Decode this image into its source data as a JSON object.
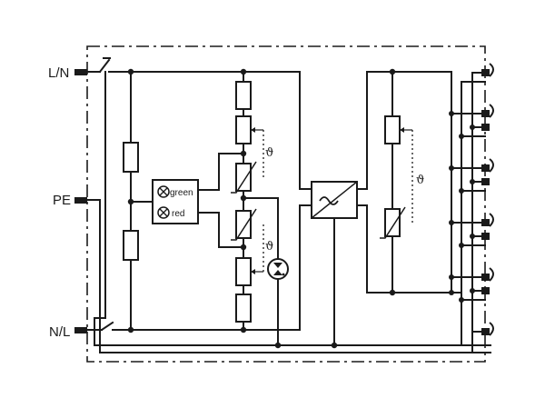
{
  "terminals": {
    "ln": "L/N",
    "pe": "PE",
    "nl": "N/L"
  },
  "indicator": {
    "green": "green",
    "red": "red"
  },
  "theta_symbol": "ϑ"
}
